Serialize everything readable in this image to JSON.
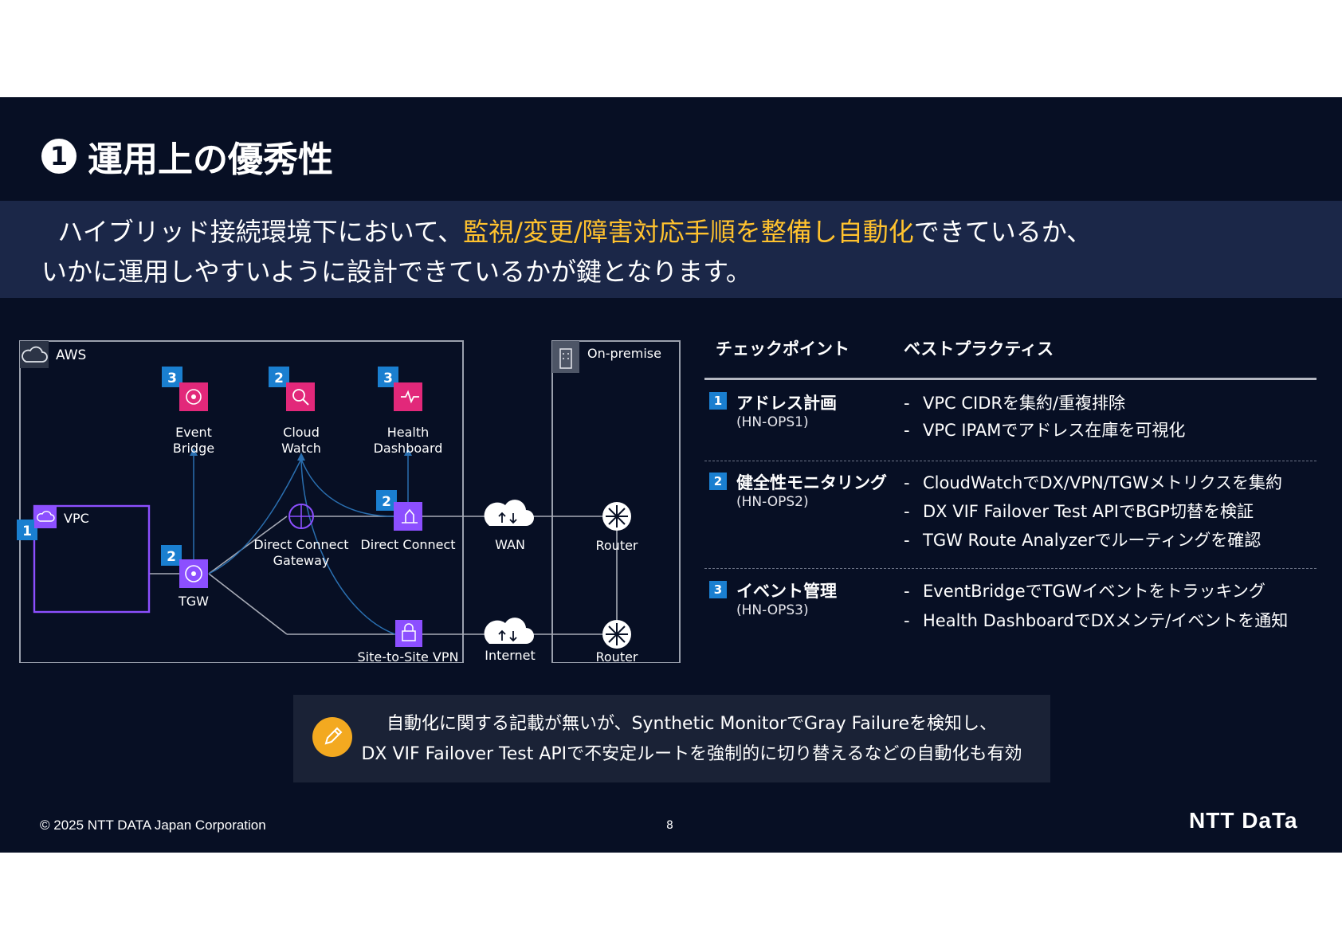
{
  "title": {
    "number": "1",
    "text": "運用上の優秀性"
  },
  "subtitle": {
    "line1_pre": "ハイブリッド接続環境下において、",
    "line1_highlight": "監視/変更/障害対応手順を整備し自動化",
    "line1_post": "できているか、",
    "line2": "いかに運用しやすいように設計できているかが鍵となります。"
  },
  "diagram": {
    "aws_label": "AWS",
    "onprem_label": "On-premise",
    "eventbridge": {
      "badge": "3",
      "line1": "Event",
      "line2": "Bridge"
    },
    "cloudwatch": {
      "badge": "2",
      "line1": "Cloud",
      "line2": "Watch"
    },
    "health": {
      "badge": "3",
      "line1": "Health",
      "line2": "Dashboard"
    },
    "vpc": {
      "badge": "1",
      "label": "VPC"
    },
    "tgw": {
      "badge": "2",
      "label": "TGW"
    },
    "dxgw": {
      "line1": "Direct Connect",
      "line2": "Gateway"
    },
    "dx": {
      "badge": "2",
      "label": "Direct Connect"
    },
    "vpn": {
      "label": "Site-to-Site VPN"
    },
    "wan": "WAN",
    "internet": "Internet",
    "router1": "Router",
    "router2": "Router"
  },
  "table": {
    "header_checkpoint": "チェックポイント",
    "header_bestpractice": "ベストプラクティス",
    "rows": [
      {
        "badge": "1",
        "name": "アドレス計画",
        "code": "(HN-OPS1)",
        "items": [
          "VPC CIDRを集約/重複排除",
          "VPC IPAMでアドレス在庫を可視化"
        ]
      },
      {
        "badge": "2",
        "name": "健全性モニタリング",
        "code": "(HN-OPS2)",
        "items": [
          "CloudWatchでDX/VPN/TGWメトリクスを集約",
          "DX VIF Failover Test APIでBGP切替を検証",
          "TGW Route Analyzerでルーティングを確認"
        ]
      },
      {
        "badge": "3",
        "name": "イベント管理",
        "code": "(HN-OPS3)",
        "items": [
          "EventBridgeでTGWイベントをトラッキング",
          "Health DashboardでDXメンテ/イベントを通知"
        ]
      }
    ]
  },
  "note": {
    "line1": "自動化に関する記載が無いが、Synthetic MonitorでGray Failureを検知し、",
    "line2": "DX VIF Failover Test APIで不安定ルートを強制的に切り替えるなどの自動化も有効",
    "icon": "pencil-icon"
  },
  "footer": {
    "copyright": "© 2025 NTT DATA Japan Corporation",
    "page": "8",
    "logo": "NTT Data"
  },
  "colors": {
    "background": "#070f24",
    "band": "#1b2748",
    "highlight": "#ffc22e",
    "badge": "#1a7fd0",
    "pink": "#e2287a",
    "purple": "#8c4fff"
  }
}
